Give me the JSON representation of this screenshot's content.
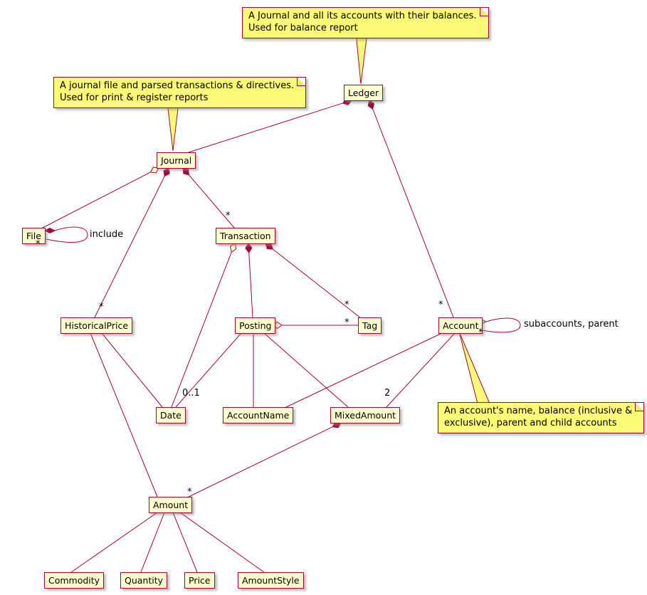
{
  "diagram": {
    "title": "UML class diagram",
    "nodes": {
      "ledger": "Ledger",
      "journal": "Journal",
      "file": "File",
      "transaction": "Transaction",
      "historical_price": "HistoricalPrice",
      "posting": "Posting",
      "tag": "Tag",
      "account": "Account",
      "date": "Date",
      "account_name": "AccountName",
      "mixed_amount": "MixedAmount",
      "amount": "Amount",
      "commodity": "Commodity",
      "quantity": "Quantity",
      "price": "Price",
      "amount_style": "AmountStyle"
    },
    "notes": {
      "ledger": {
        "line1": "A Journal and all its accounts with their balances.",
        "line2": "Used for balance report"
      },
      "journal": {
        "line1": "A journal file and parsed transactions & directives.",
        "line2": "Used for print & register reports"
      },
      "account": {
        "line1": "An account's name, balance (inclusive &",
        "line2": "exclusive), parent and child accounts"
      }
    },
    "edge_labels": {
      "journal_transaction": "*",
      "journal_historical_price": "*",
      "transaction_tag": "*",
      "posting_tag": "*",
      "ledger_account": "*",
      "account_self": "*",
      "account_self_name": "subaccounts, parent",
      "file_self": "*",
      "file_self_name": "include",
      "posting_date": "0..1",
      "account_mixed_amount": "2",
      "mixed_amount_amount": "*"
    },
    "colors": {
      "border": "#A80036",
      "node_fill": "#FEFECE",
      "note_fill": "#FBFB77"
    }
  }
}
